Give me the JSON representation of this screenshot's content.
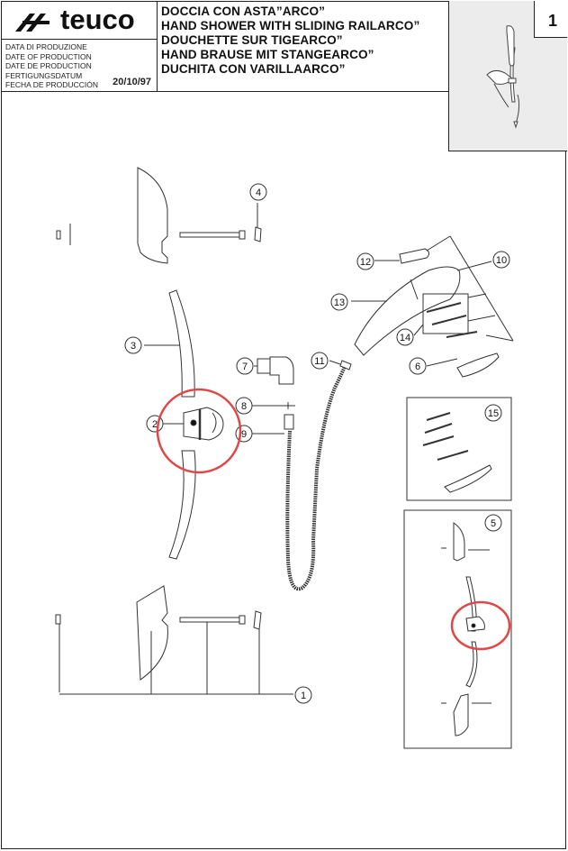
{
  "brand": {
    "name": "teuco"
  },
  "title_block": {
    "titles": [
      "DOCCIA CON ASTA”ARCO”",
      "HAND SHOWER WITH SLIDING RAILARCO”",
      "DOUCHETTE SUR TIGEARCO”",
      "HAND BRAUSE MIT STANGEARCO”",
      "DUCHITA CON VARILLAARCO”"
    ],
    "date_labels": [
      "DATA DI PRODUZIONE",
      "DATE OF PRODUCTION",
      "DATE DE PRODUCTION",
      "FERTIGUNGSDATUM",
      "FECHA DE PRODUCCIÓN"
    ],
    "production_date": "20/10/97",
    "page_number": "1"
  },
  "callouts": [
    "1",
    "2",
    "3",
    "4",
    "5",
    "6",
    "7",
    "8",
    "9",
    "10",
    "11",
    "12",
    "13",
    "14",
    "15"
  ],
  "highlight_color": "#e04848"
}
